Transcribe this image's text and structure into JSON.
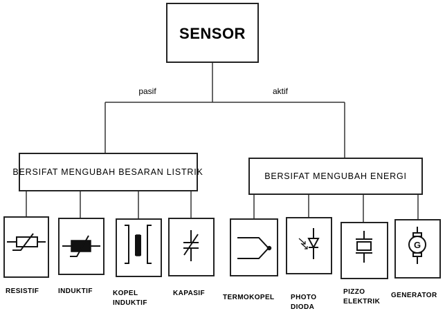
{
  "root": {
    "label": "SENSOR"
  },
  "branches": [
    {
      "edge_label": "pasif",
      "category": "BERSIFAT MENGUBAH BESARAN LISTRIK",
      "items": [
        {
          "label_lines": [
            "RESISTIF"
          ],
          "icon": "resistor-icon"
        },
        {
          "label_lines": [
            "INDUKTIF"
          ],
          "icon": "inductor-icon"
        },
        {
          "label_lines": [
            "KOPEL",
            "INDUKTIF"
          ],
          "icon": "transformer-icon"
        },
        {
          "label_lines": [
            "KAPASIF"
          ],
          "icon": "capacitor-icon"
        }
      ]
    },
    {
      "edge_label": "aktif",
      "category": "BERSIFAT MENGUBAH ENERGI",
      "items": [
        {
          "label_lines": [
            "TERMOKOPEL"
          ],
          "icon": "thermocouple-icon"
        },
        {
          "label_lines": [
            "PHOTO",
            "DIODA"
          ],
          "icon": "photodiode-icon"
        },
        {
          "label_lines": [
            "PIZZO",
            "ELEKTRIK"
          ],
          "icon": "piezo-crystal-icon"
        },
        {
          "label_lines": [
            "GENERATOR"
          ],
          "icon": "generator-icon"
        }
      ]
    }
  ]
}
